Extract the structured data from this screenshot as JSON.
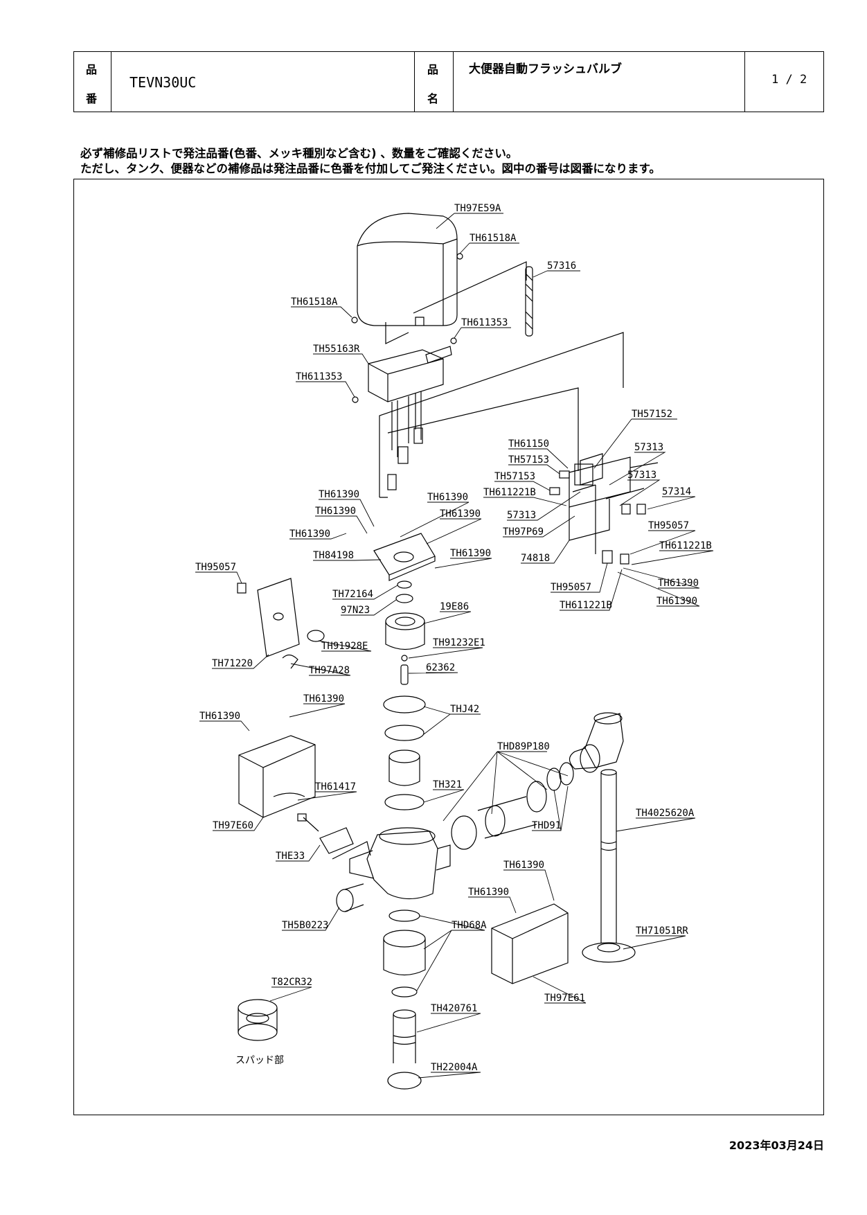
{
  "header": {
    "part_number_label_1": "品",
    "part_number_label_2": "番",
    "part_number": "TEVN30UC",
    "part_name_label_1": "品",
    "part_name_label_2": "名",
    "part_name": "大便器自動フラッシュバルブ",
    "page": "1 / 2"
  },
  "notes": {
    "line1": "必ず補修品リストで発注品番(色番、メッキ種別など含む) 、数量をご確認ください。",
    "line2": "ただし、タンク、便器などの補修品は発注品番に色番を付加してご発注ください。図中の番号は図番になります。"
  },
  "labels": {
    "th97e59a": "TH97E59A",
    "th61518a_r": "TH61518A",
    "p57316": "57316",
    "th61518a_l": "TH61518A",
    "th611353_r": "TH611353",
    "th55163r": "TH55163R",
    "th611353_l": "TH611353",
    "th57152": "TH57152",
    "th61150": "TH61150",
    "th57153_a": "TH57153",
    "th57153_b": "TH57153",
    "th611221b_a": "TH611221B",
    "p57313_a": "57313",
    "p57313_b": "57313",
    "p57313_c": "57313",
    "p57314": "57314",
    "th97p69": "TH97P69",
    "th95057_r": "TH95057",
    "p74818": "74818",
    "th611221b_b": "TH611221B",
    "th95057_b": "TH95057",
    "th61390_r1": "TH61390",
    "th611221b_c": "TH611221B",
    "th61390_r2": "TH61390",
    "th61390_a": "TH61390",
    "th61390_b": "TH61390",
    "th61390_c": "TH61390",
    "th61390_d": "TH61390",
    "th61390_e": "TH61390",
    "th61390_f": "TH61390",
    "th84198": "TH84198",
    "th72164": "TH72164",
    "p97n23": "97N23",
    "p19e86": "19E86",
    "th95057_l": "TH95057",
    "th91928e": "TH91928E",
    "th91232e1": "TH91232E1",
    "th71220": "TH71220",
    "th97a28": "TH97A28",
    "p62362": "62362",
    "th61390_g": "TH61390",
    "th61390_h": "TH61390",
    "thj42": "THJ42",
    "thd89p180": "THD89P180",
    "th61417": "TH61417",
    "th321": "TH321",
    "th4025620a": "TH4025620A",
    "th97e60": "TH97E60",
    "thd91": "THD91",
    "the33": "THE33",
    "th61390_i": "TH61390",
    "th61390_j": "TH61390",
    "th5b0223": "TH5B0223",
    "thd68a": "THD68A",
    "th71051rr": "TH71051RR",
    "t82cr32": "T82CR32",
    "th97e61": "TH97E61",
    "th420761": "TH420761",
    "spud": "スパッド部",
    "th22004a": "TH22004A"
  },
  "date": "2023年03月24日"
}
